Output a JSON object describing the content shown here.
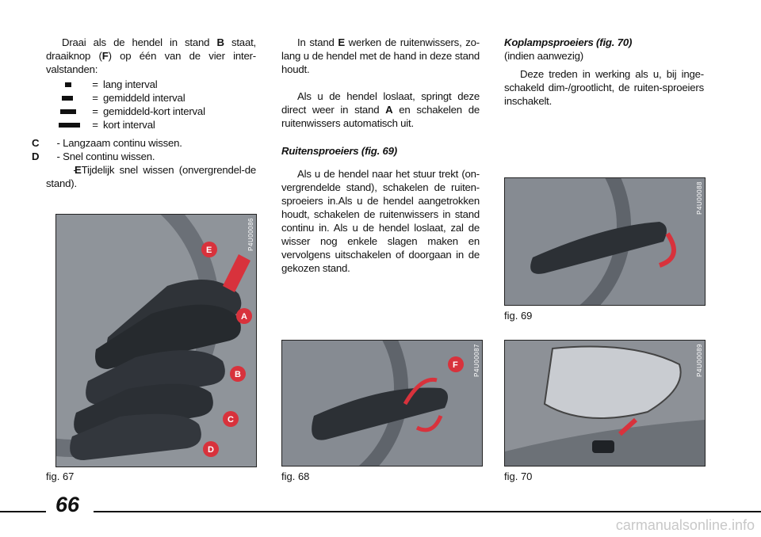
{
  "col1": {
    "intro_pre": "Draai als de hendel in stand",
    "intro_b1": "B",
    "intro_mid": "staat, draaiknop (",
    "intro_b2": "F",
    "intro_post": ") op één van de vier inter-valstanden:",
    "list": [
      {
        "eq": "=",
        "label": "lang interval"
      },
      {
        "eq": "=",
        "label": "gemiddeld interval"
      },
      {
        "eq": "=",
        "label": "gemiddeld-kort interval"
      },
      {
        "eq": "=",
        "label": "kort interval"
      }
    ],
    "opt_c_key": "C",
    "opt_c_text": "- Langzaam continu wissen.",
    "opt_d_key": "D",
    "opt_d_text": "- Snel continu wissen.",
    "opt_e_key": "E",
    "opt_e_text": "- Tijdelijk snel wissen (onvergrendel-de stand)."
  },
  "col2": {
    "p1_pre": "In stand",
    "p1_b": "E",
    "p1_post": "werken de ruitenwissers, zo-lang u de hendel met de hand in deze stand houdt.",
    "p2_pre": "Als u de hendel loslaat, springt deze direct weer in stand",
    "p2_b": "A",
    "p2_post": "en schakelen de ruitenwissers automatisch uit.",
    "h_title": "Ruitensproeiers",
    "h_fig": "fig. 69",
    "p3": "Als u de hendel naar het stuur trekt (on-vergrendelde stand), schakelen de ruiten-sproeiers in.Als u de hendel aangetrokken houdt, schakelen de ruitenwissers in stand continu in. Als u de hendel loslaat, zal de wisser nog enkele slagen maken en vervolgens uitschakelen of doorgaan in de gekozen stand."
  },
  "col3": {
    "h_title": "Koplampsproeiers",
    "h_fig": "fig. 70",
    "sub": "(indien aanwezig)",
    "p1": "Deze treden in werking als u, bij inge-schakeld dim-/grootlicht, de ruiten-sproeiers inschakelt."
  },
  "figures": {
    "fig67": {
      "code": "P4U00086",
      "caption": "fig. 67",
      "labels": [
        "E",
        "A",
        "B",
        "C",
        "D"
      ]
    },
    "fig68": {
      "code": "P4U00087",
      "caption": "fig. 68",
      "label": "F"
    },
    "fig69": {
      "code": "P4U00088",
      "caption": "fig. 69"
    },
    "fig70": {
      "code": "P4U00089",
      "caption": "fig. 70"
    }
  },
  "page_number": "66",
  "footer": "carmanualsonline.info"
}
